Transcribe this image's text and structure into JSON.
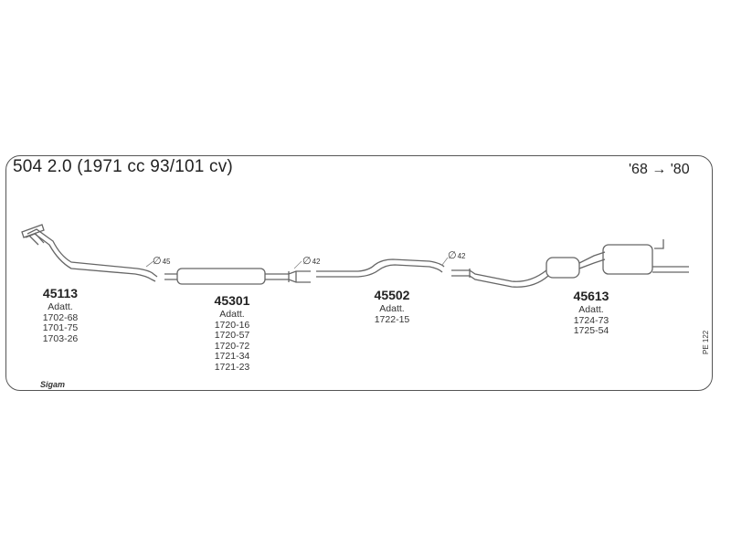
{
  "header": {
    "title": "504 2.0 (1971 cc 93/101 cv)",
    "years": "'68 → '80"
  },
  "parts": [
    {
      "code": "45113",
      "lines": [
        "Adatt.",
        "1702-68",
        "1701-75",
        "1703-26"
      ]
    },
    {
      "code": "45301",
      "lines": [
        "Adatt.",
        "1720-16",
        "1720-57",
        "1720-72",
        "1721-34",
        "1721-23"
      ]
    },
    {
      "code": "45502",
      "lines": [
        "Adatt.",
        "1722-15"
      ]
    },
    {
      "code": "45613",
      "lines": [
        "Adatt.",
        "1724-73",
        "1725-54"
      ]
    }
  ],
  "diameters": [
    {
      "symbol": "∅",
      "value": "45"
    },
    {
      "symbol": "∅",
      "value": "42"
    },
    {
      "symbol": "∅",
      "value": "42"
    }
  ],
  "side_code": "PE 122",
  "brand": "Sigam"
}
